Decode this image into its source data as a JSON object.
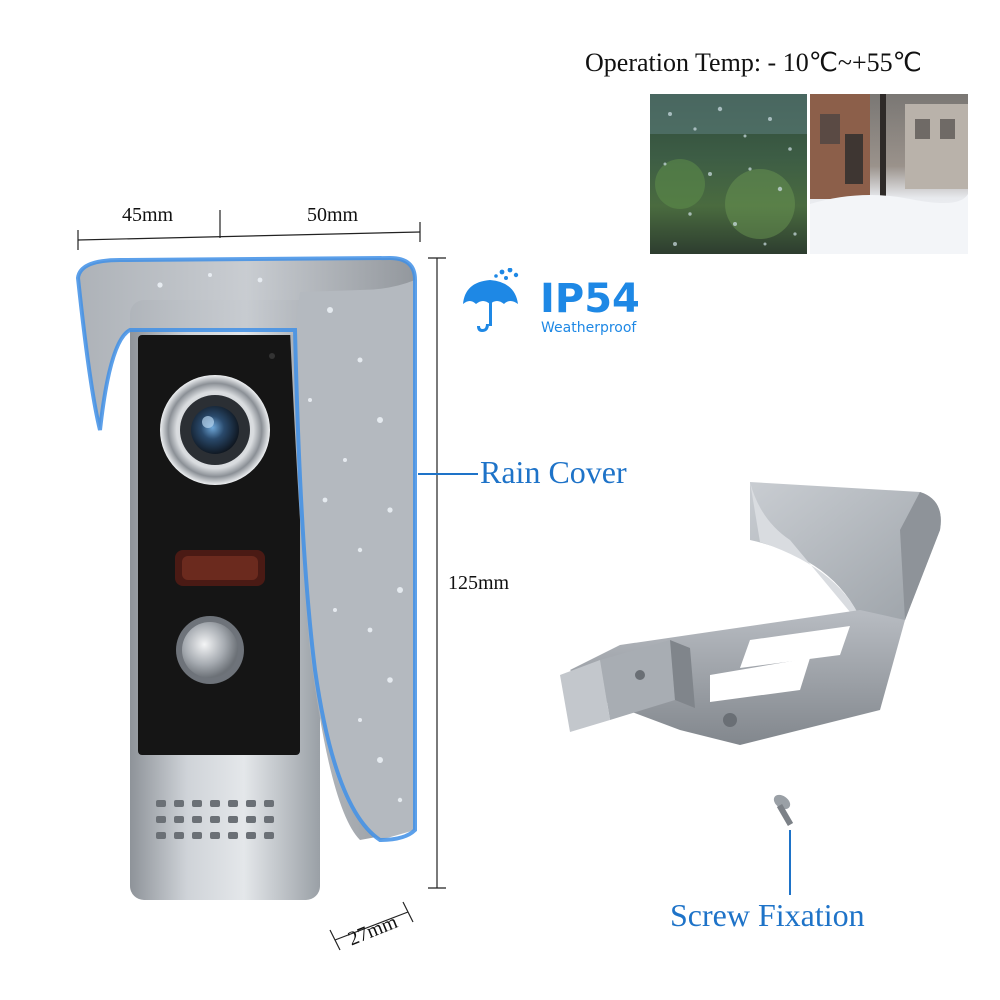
{
  "operation_temp": "Operation Temp: - 10℃~+55℃",
  "dimensions": {
    "width_left": "45mm",
    "width_right": "50mm",
    "height": "125mm",
    "depth": "27mm"
  },
  "badge": {
    "title": "IP54",
    "subtitle": "Weatherproof",
    "icon": "umbrella-rain-icon"
  },
  "callouts": {
    "rain_cover": "Rain Cover",
    "screw_fixation": "Screw Fixation"
  },
  "colors": {
    "accent_blue": "#1e88e5",
    "callout_blue": "#1e73c8",
    "silver": "#b8bcc2",
    "panel_black": "#151515"
  }
}
